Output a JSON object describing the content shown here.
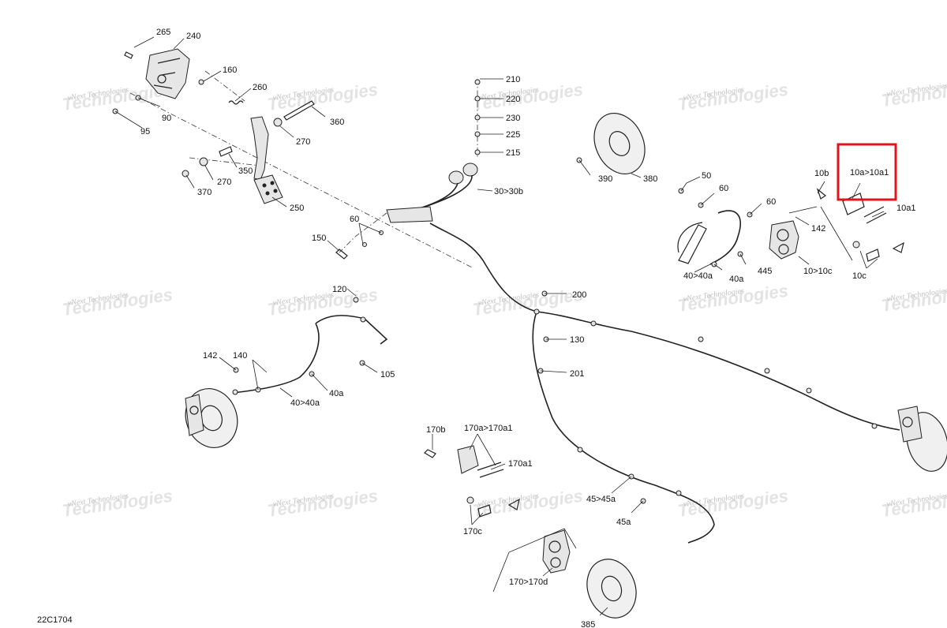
{
  "diagram_id": "22C1704",
  "watermark": {
    "line1": "vNext Technologies",
    "line2": "Technologies"
  },
  "labels": {
    "l265": "265",
    "l240": "240",
    "l160": "160",
    "l90": "90",
    "l95": "95",
    "l260": "260",
    "l360": "360",
    "l270a": "270",
    "l270b": "270",
    "l350": "350",
    "l370": "370",
    "l250": "250",
    "l60a": "60",
    "l150": "150",
    "l210": "210",
    "l220": "220",
    "l230": "230",
    "l225": "225",
    "l215": "215",
    "l30": "30>30b",
    "l390": "390",
    "l380": "380",
    "l50": "50",
    "l60b": "60",
    "l60c": "60",
    "l10b": "10b",
    "l10a": "10a>10a1",
    "l10a1": "10a1",
    "l142a": "142",
    "l40a40a_r": "40>40a",
    "l40a_r": "40a",
    "l445": "445",
    "l10c10c": "10>10c",
    "l10c": "10c",
    "l120": "120",
    "l142b": "142",
    "l140": "140",
    "l40a40a_l": "40>40a",
    "l40a_l": "40a",
    "l105": "105",
    "l200": "200",
    "l130": "130",
    "l201": "201",
    "l170b": "170b",
    "l170a170a1": "170a>170a1",
    "l170a1": "170a1",
    "l170c": "170c",
    "l170d": "170>170d",
    "l385": "385",
    "l45": "45>45a",
    "l45a": "45a"
  },
  "highlight": {
    "label": "10a>10a1",
    "color": "#e2141b"
  }
}
